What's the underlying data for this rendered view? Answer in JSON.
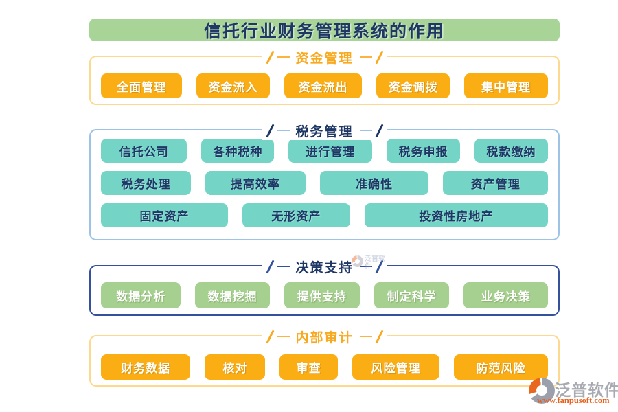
{
  "title": "信托行业财务管理系统的作用",
  "sections": [
    {
      "legend": "资金管理",
      "rows": [
        [
          "全面管理",
          "资金流入",
          "资金流出",
          "资金调拨",
          "集中管理"
        ]
      ]
    },
    {
      "legend": "税务管理",
      "rows": [
        [
          "信托公司",
          "各种税种",
          "进行管理",
          "税务申报",
          "税款缴纳"
        ],
        [
          "税务处理",
          "提高效率",
          "准确性",
          "资产管理"
        ],
        [
          "固定资产",
          "无形资产",
          "投资性房地产"
        ]
      ]
    },
    {
      "legend": "决策支持",
      "rows": [
        [
          "数据分析",
          "数据挖掘",
          "提供支持",
          "制定科学",
          "业务决策"
        ]
      ]
    },
    {
      "legend": "内部审计",
      "rows": [
        [
          "财务数据",
          "核对",
          "审查",
          "风险管理",
          "防范风险"
        ]
      ]
    }
  ],
  "footer": {
    "brand": "泛普软件",
    "website": "www.fanpusoft.com"
  },
  "colors": {
    "title_bar_green": "#A8D497",
    "button_orange": "#FBAE14",
    "button_teal": "#74D5C7",
    "button_green": "#A6D08F",
    "navy_text": "#1E3765",
    "legend_orange": "#F9A91E",
    "border_amber": "#FCD98E",
    "border_blue": "#9DC3E6",
    "border_navy": "#35519C",
    "brand_gray": "#A8AAB2",
    "brand_orange": "#E8611C"
  }
}
